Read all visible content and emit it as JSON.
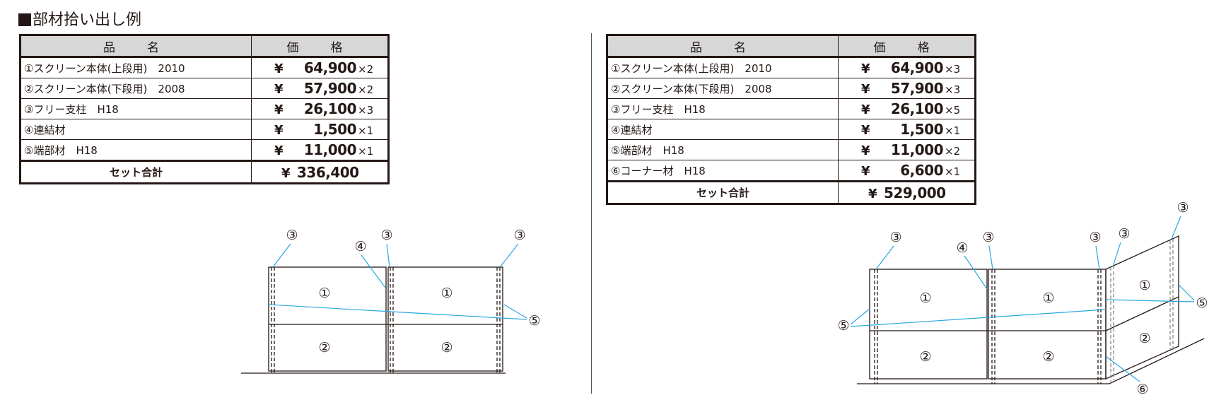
{
  "title": "部材拾い出し例",
  "left_table": {
    "headers": {
      "name": "品　名",
      "price": "価　格"
    },
    "currency": "¥",
    "rows": [
      {
        "name": "①スクリーン本体(上段用)　2010",
        "price": "64,900",
        "qty": "×2"
      },
      {
        "name": "②スクリーン本体(下段用)　2008",
        "price": "57,900",
        "qty": "×2"
      },
      {
        "name": "③フリー支柱　H18",
        "price": "26,100",
        "qty": "×3"
      },
      {
        "name": "④連結材",
        "price": "1,500",
        "qty": "×1"
      },
      {
        "name": "⑤端部材　H18",
        "price": "11,000",
        "qty": "×1"
      }
    ],
    "total_label": "セット合計",
    "total": "336,400"
  },
  "right_table": {
    "headers": {
      "name": "品　名",
      "price": "価　格"
    },
    "currency": "¥",
    "rows": [
      {
        "name": "①スクリーン本体(上段用)　2010",
        "price": "64,900",
        "qty": "×3"
      },
      {
        "name": "②スクリーン本体(下段用)　2008",
        "price": "57,900",
        "qty": "×3"
      },
      {
        "name": "③フリー支柱　H18",
        "price": "26,100",
        "qty": "×5"
      },
      {
        "name": "④連結材",
        "price": "1,500",
        "qty": "×1"
      },
      {
        "name": "⑤端部材　H18",
        "price": "11,000",
        "qty": "×2"
      },
      {
        "name": "⑥コーナー材　H18",
        "price": "6,600",
        "qty": "×1"
      }
    ],
    "total_label": "セット合計",
    "total": "529,000"
  },
  "diagram_labels": {
    "screen_upper": "①",
    "screen_lower": "②",
    "post": "③",
    "connector": "④",
    "end": "⑤",
    "corner": "⑥"
  },
  "colors": {
    "leader_line": "#29a8e0",
    "ink": "#231815",
    "header_bg": "#d7d7d8"
  }
}
